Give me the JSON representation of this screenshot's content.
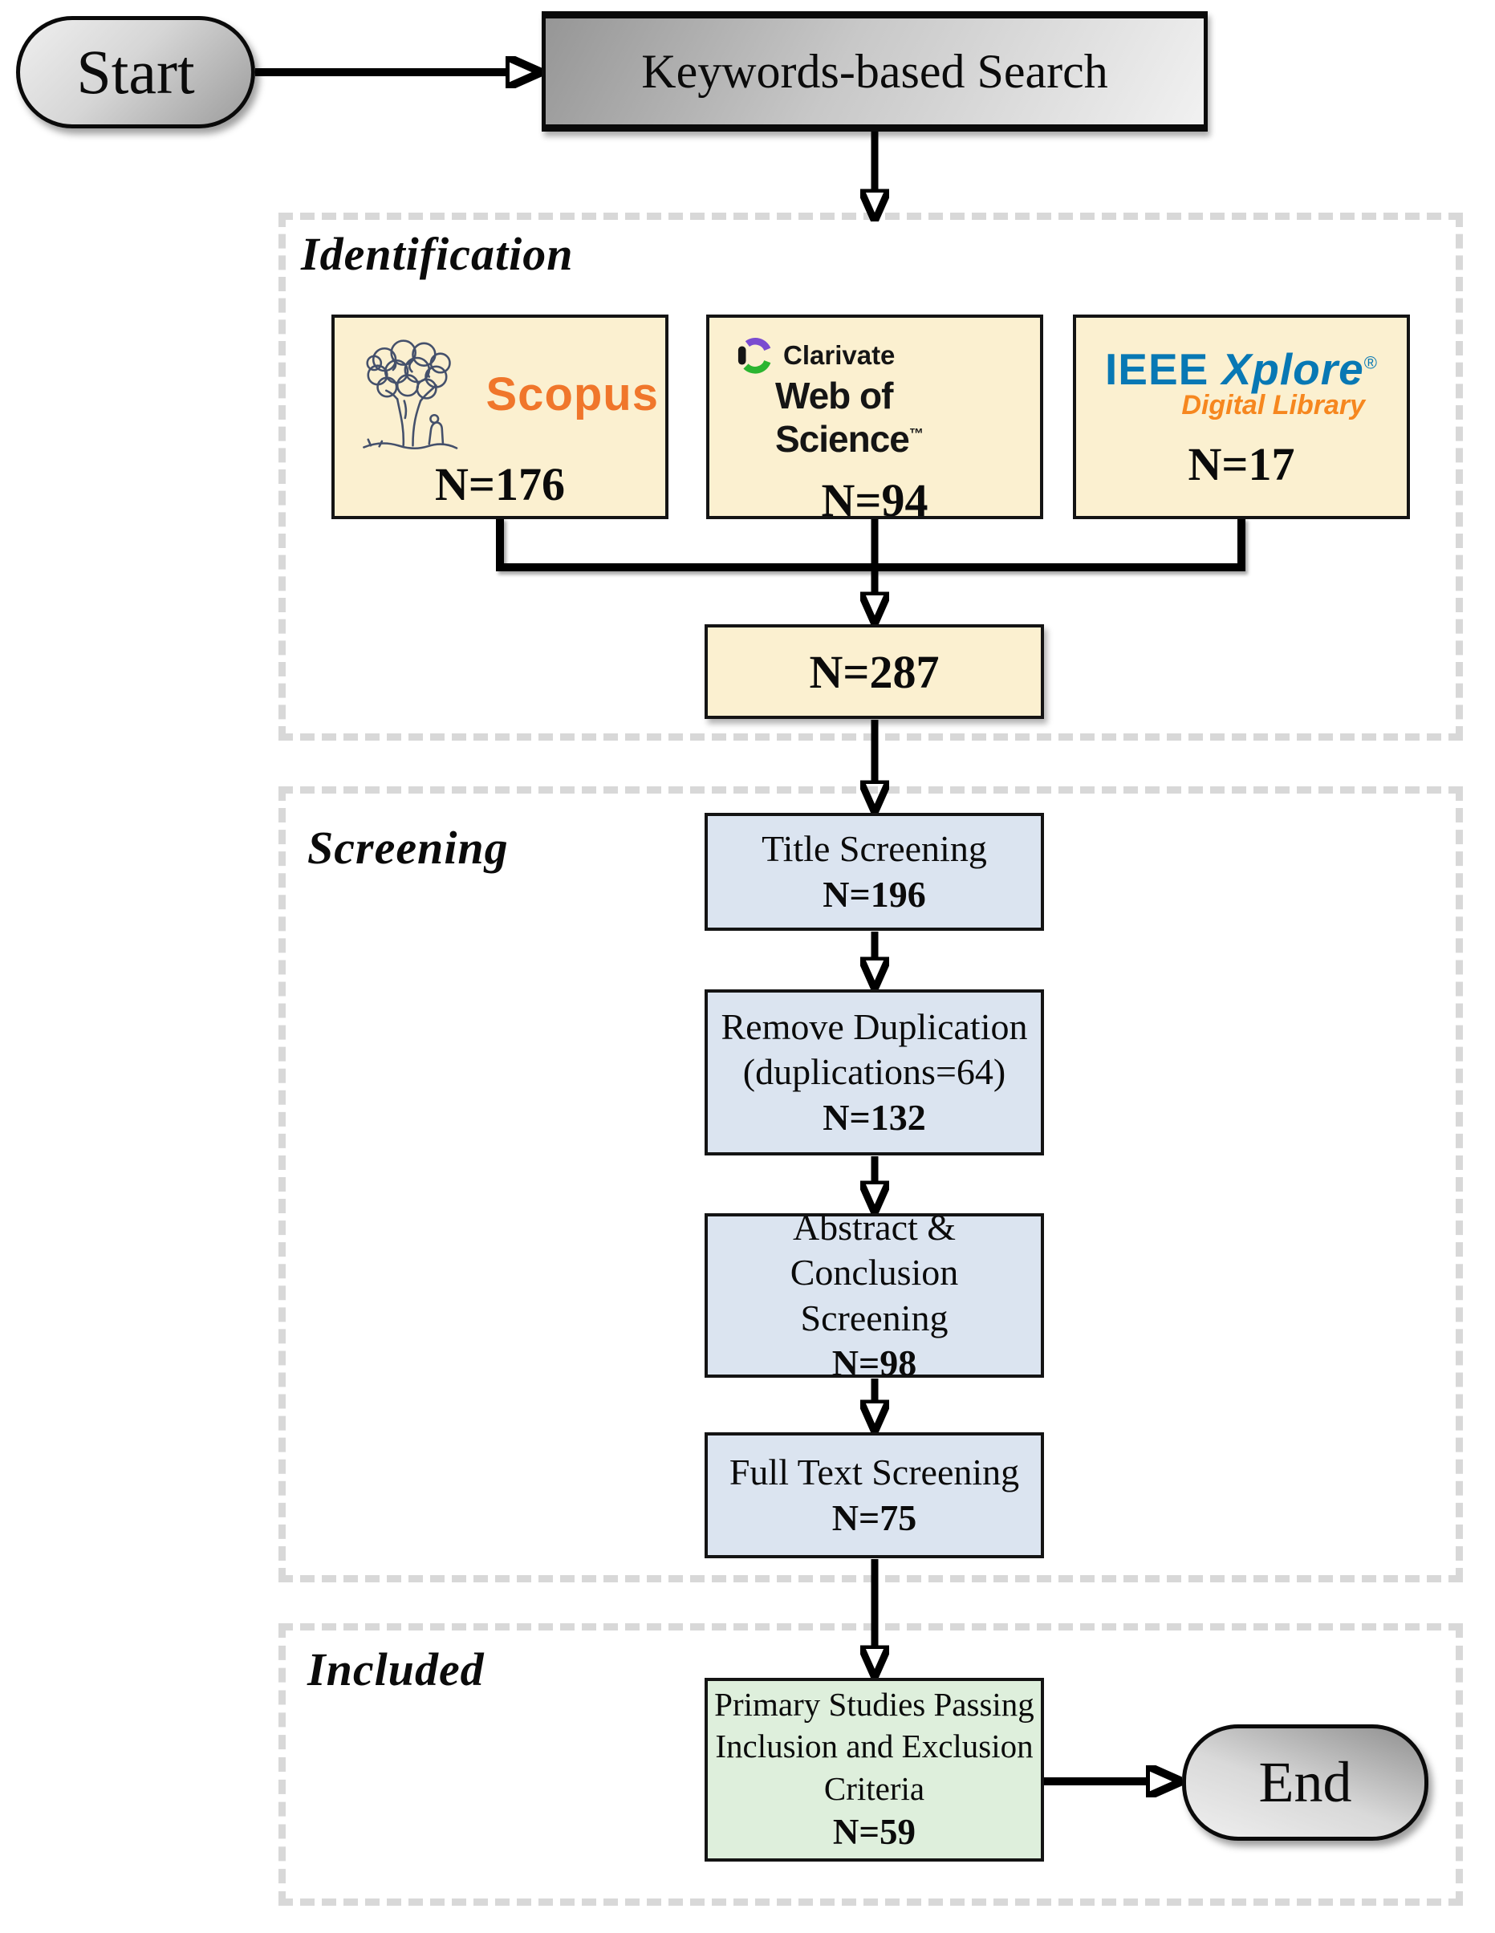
{
  "flow": {
    "start_label": "Start",
    "search_label": "Keywords-based Search",
    "end_label": "End"
  },
  "identification": {
    "label": "Identification",
    "scopus": {
      "wordmark": "Scopus",
      "count": "N=176"
    },
    "wos": {
      "brand": "Clarivate",
      "product": "Web of Science",
      "trademark": "™",
      "count": "N=94"
    },
    "ieee": {
      "brand": "IEEE",
      "product": "Xplore",
      "registered": "®",
      "tagline": "Digital Library",
      "count": "N=17"
    },
    "total_count": "N=287"
  },
  "screening": {
    "label": "Screening",
    "steps": [
      {
        "line1": "Title Screening",
        "count": "N=196"
      },
      {
        "line1": "Remove Duplication",
        "line2": "(duplications=64)",
        "count": "N=132"
      },
      {
        "line1": "Abstract & Conclusion",
        "line2": "Screening",
        "count": "N=98"
      },
      {
        "line1": "Full Text Screening",
        "count": "N=75"
      }
    ]
  },
  "included": {
    "label": "Included",
    "final": {
      "line1": "Primary Studies Passing",
      "line2": "Inclusion and Exclusion",
      "line3": "Criteria",
      "count": "N=59"
    }
  },
  "colors": {
    "source_fill": "#FBF0D0",
    "screening_fill": "#DBE4F0",
    "included_fill": "#DEEFDC",
    "dashed_border": "#D8D8D8",
    "scopus_orange": "#F0762B",
    "ieee_blue": "#0878B4",
    "ieee_orange": "#F6871F",
    "clarivate_purple": "#7A4BD0",
    "clarivate_green": "#2BB530",
    "tree_ink": "#44506B"
  }
}
